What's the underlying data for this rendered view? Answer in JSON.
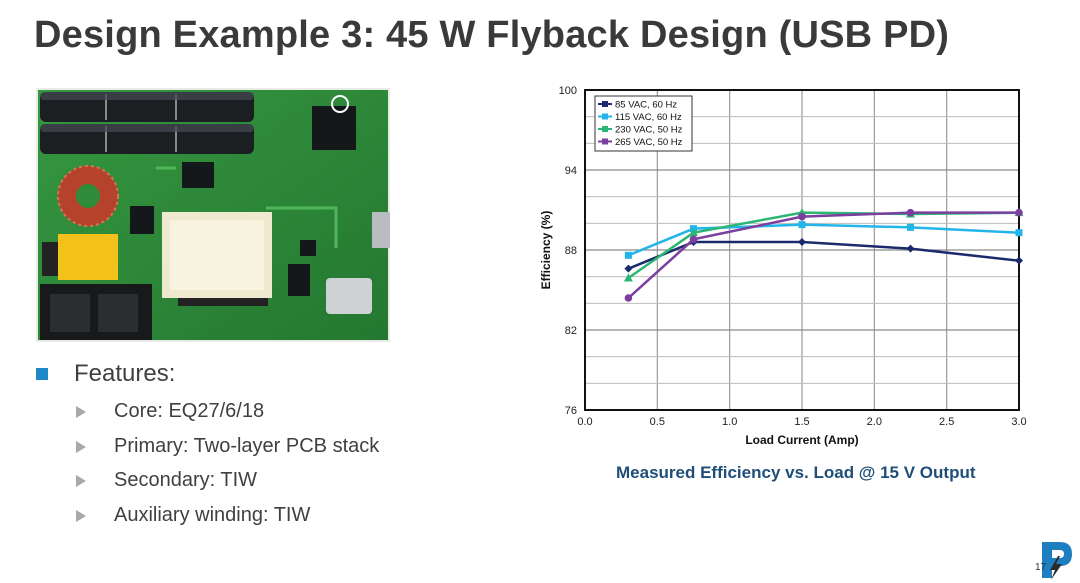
{
  "slide": {
    "title": "Design Example 3: 45 W Flyback Design (USB PD)",
    "page_number": "17"
  },
  "features": {
    "heading": "Features:",
    "items": [
      "Core: EQ27/6/18",
      "Primary: Two-layer PCB stack",
      "Secondary: TIW",
      "Auxiliary winding: TIW"
    ]
  },
  "caption": "Measured Efficiency vs. Load @ 15 V Output",
  "chart_data": {
    "type": "line",
    "xlabel": "Load Current (Amp)",
    "ylabel": "Efficiency (%)",
    "xlim": [
      0,
      3
    ],
    "ylim": [
      76,
      100
    ],
    "x_ticks": [
      "0.0",
      "0.5",
      "1.0",
      "1.5",
      "2.0",
      "2.5",
      "3.0"
    ],
    "y_ticks": [
      "76",
      "82",
      "88",
      "94",
      "100"
    ],
    "grid": true,
    "legend_position": "top-left",
    "series": [
      {
        "name": "85 VAC, 60 Hz",
        "color": "#1a2a6c",
        "marker": "diamond",
        "x": [
          0.3,
          0.75,
          1.5,
          2.25,
          3.0
        ],
        "y": [
          86.6,
          88.6,
          88.6,
          88.1,
          87.2
        ]
      },
      {
        "name": "115 VAC, 60 Hz",
        "color": "#22b5ea",
        "marker": "square",
        "x": [
          0.3,
          0.75,
          1.5,
          2.25,
          3.0
        ],
        "y": [
          87.6,
          89.6,
          89.9,
          89.7,
          89.3
        ]
      },
      {
        "name": "230 VAC, 50 Hz",
        "color": "#2bb673",
        "marker": "triangle",
        "x": [
          0.3,
          0.75,
          1.5,
          2.25,
          3.0
        ],
        "y": [
          85.9,
          89.3,
          90.8,
          90.7,
          90.8
        ]
      },
      {
        "name": "265 VAC, 50 Hz",
        "color": "#7b3fa0",
        "marker": "circle",
        "x": [
          0.3,
          0.75,
          1.5,
          2.25,
          3.0
        ],
        "y": [
          84.4,
          88.8,
          90.5,
          90.8,
          90.8
        ]
      }
    ]
  }
}
